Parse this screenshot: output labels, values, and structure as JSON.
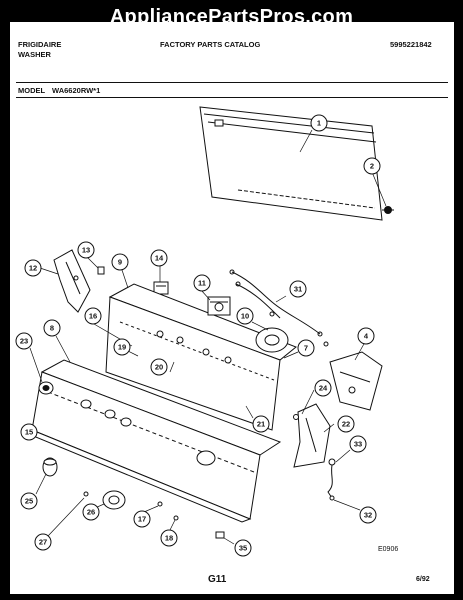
{
  "watermark": "AppliancePartsPros.com",
  "header": {
    "brand": "FRIGIDAIRE",
    "product": "WASHER",
    "catalog": "FACTORY PARTS CATALOG",
    "catalog_number": "5995221842",
    "model_label": "MODEL",
    "model_number": "WA6620RW*1"
  },
  "callouts": [
    "1",
    "2",
    "4",
    "7",
    "8",
    "9",
    "10",
    "11",
    "12",
    "13",
    "14",
    "15",
    "16",
    "17",
    "18",
    "19",
    "20",
    "21",
    "22",
    "23",
    "24",
    "25",
    "26",
    "27",
    "31",
    "32",
    "33",
    "35"
  ],
  "diagram_code": "E0906",
  "footer": {
    "page": "G11",
    "date": "6/92"
  }
}
